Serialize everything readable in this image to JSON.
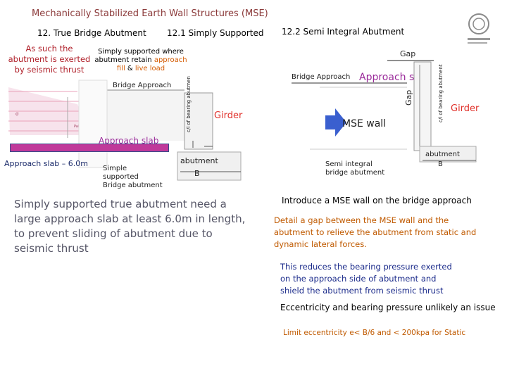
{
  "title": "Mechanically Stabilized Earth Wall Structures (MSE)",
  "left_heading": "12.  True Bridge Abutment",
  "mid_heading": "12.1  Simply Supported",
  "right_heading": "12.2 Semi Integral Abutment",
  "seismic_note": [
    "As such the",
    "abutment is exerted",
    "by seismic thrust"
  ],
  "simply_note": {
    "line1": "Simply supported where",
    "line2_a": "abutment retain ",
    "line2_b": "approach",
    "line3_a": "fill",
    "line3_b": " & ",
    "line3_c": "live load"
  },
  "left_diagram": {
    "bridge_approach": "Bridge Approach",
    "girder": "Girder",
    "cl_bearing": "c/l of bearing abutment",
    "approach_slab": "Approach slab",
    "abutment": "abutment",
    "b": "B",
    "simple_label": [
      "Simple",
      "supported",
      "Bridge abutment"
    ],
    "slab_length": "Approach slab – 6.0m"
  },
  "right_diagram": {
    "gap_top": "Gap",
    "gap_side": "Gap",
    "bridge_approach": "Bridge Approach",
    "approach_slab": "Approach slab",
    "mse_wall": "MSE wall",
    "girder": "Girder",
    "cl_bearing": "c/l of bearing abutment",
    "abutment": "abutment",
    "b": "B",
    "semi_label": [
      "Semi integral",
      "bridge abutment"
    ]
  },
  "left_paragraph": [
    "Simply supported true abutment need a",
    "large approach slab at least 6.0m in length,",
    "to prevent sliding of abutment  due to",
    "seismic thrust"
  ],
  "right_heading_text": "Introduce a MSE wall on the bridge approach",
  "right_para1": [
    "Detail a gap between the MSE wall and the",
    "abutment to relieve the abutment from static and",
    "dynamic lateral forces."
  ],
  "right_para2": [
    "This reduces the bearing pressure exerted",
    "on the approach side of abutment and",
    "shield the abutment from seismic thrust"
  ],
  "right_para3": "Eccentricity and bearing pressure unlikely an issue",
  "right_para4": "Limit eccentricity e< B/6 and  < 200kpa for Static",
  "colors": {
    "title": "#8b3a3a",
    "slab": "#c0399a",
    "girder_red": "#e0302a",
    "slab_label": "#9a2a9a",
    "arrow": "#3a5fcf"
  }
}
